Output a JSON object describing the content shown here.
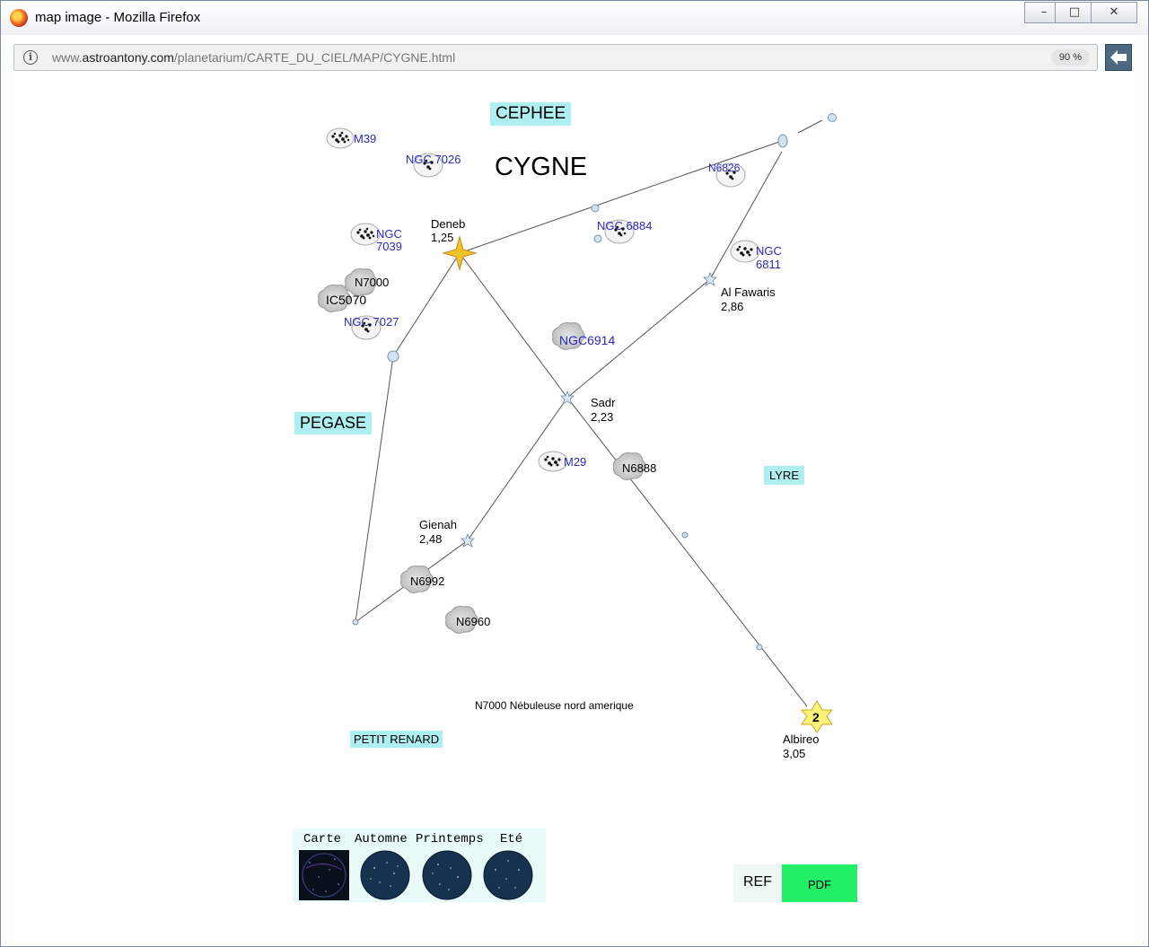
{
  "window": {
    "title": "map image - Mozilla Firefox",
    "controls": {
      "minimize": "–",
      "maximize": "□",
      "close": "✕"
    }
  },
  "urlbar": {
    "url_prefix": "www.",
    "url_host": "astroantony.com",
    "url_path": "/planetarium/CARTE_DU_CIEL/MAP/CYGNE.html",
    "zoom": "90 %"
  },
  "map": {
    "title": "CYGNE",
    "constellations": {
      "cephee": "CEPHEE",
      "pegase": "PEGASE",
      "lyre": "LYRE",
      "petit_renard": "PETIT RENARD"
    },
    "stars": {
      "deneb": {
        "name": "Deneb",
        "mag": "1,25"
      },
      "sadr": {
        "name": "Sadr",
        "mag": "2,23"
      },
      "gienah": {
        "name": "Gienah",
        "mag": "2,48"
      },
      "al_fawaris": {
        "name": "Al Fawaris",
        "mag": "2,86"
      },
      "albireo": {
        "name": "Albireo",
        "mag": "3,05",
        "badge": "2"
      }
    },
    "objects": {
      "m39": "M39",
      "ngc7026": "NGC 7026",
      "ngc6826": "N6826",
      "ngc7039_a": "NGC",
      "ngc7039_b": "7039",
      "ngc6884": "NGC 6884",
      "ngc6811_a": "NGC",
      "ngc6811_b": "6811",
      "n7000": "N7000",
      "ic5070": "IC5070",
      "ngc7027": "NGC 7027",
      "ngc6914": "NGC6914",
      "m29": "M29",
      "n6888": "N6888",
      "n6992": "N6992",
      "n6960": "N6960"
    },
    "note": "N7000 Nébuleuse nord amerique",
    "colors": {
      "link": "#2a2ab8",
      "constellation_bg": "#aef0f2",
      "pdf_bg": "#22ee66"
    }
  },
  "footer": {
    "seasons": [
      "Carte",
      "Automne",
      "Printemps",
      "Eté"
    ],
    "ref": "REF",
    "pdf": "PDF"
  }
}
